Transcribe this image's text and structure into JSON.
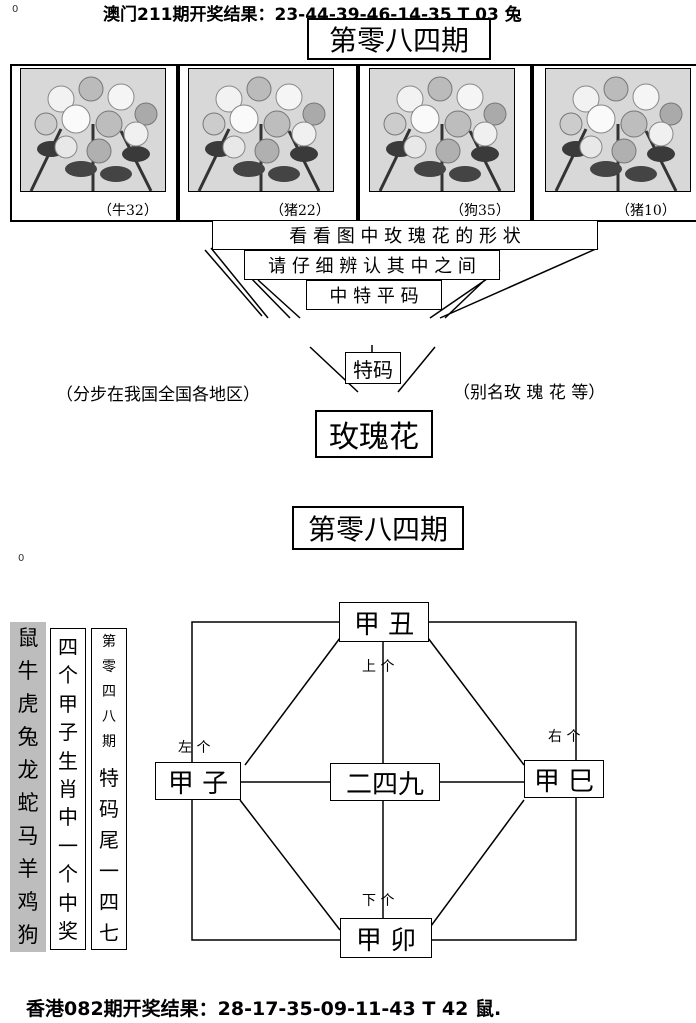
{
  "top": {
    "corner_mark": "0",
    "result_line": "澳门211期开奖结果：23-44-39-46-14-35 T 03 兔",
    "issue_title": "第零八四期"
  },
  "photos": [
    {
      "label": "（牛32）"
    },
    {
      "label": "（猪22）"
    },
    {
      "label": "（狗35）"
    },
    {
      "label": "（猪10）"
    }
  ],
  "funnel": {
    "line1": "看 看 图 中 玫 瑰 花 的 形 状",
    "line2": "请 仔 细 辨 认 其 中 之 间",
    "line3": "中 特 平 码",
    "special_code": "特码",
    "left_note": "（分步在我国全国各地区）",
    "right_note": "（别名玫  瑰  花  等）",
    "answer": "玫瑰花"
  },
  "section2": {
    "corner_mark": "0",
    "issue_title": "第零八四期"
  },
  "zodiac_column": [
    "鼠",
    "牛",
    "虎",
    "兔",
    "龙",
    "蛇",
    "马",
    "羊",
    "鸡",
    "狗"
  ],
  "hint_column": [
    "四",
    "个",
    "甲",
    "子",
    "生",
    "肖",
    "中",
    "一",
    "个",
    "中",
    "奖"
  ],
  "tail_column": {
    "small": [
      "第",
      "零",
      "四",
      "八",
      "期"
    ],
    "large": [
      "特",
      "码",
      "尾",
      "一",
      "四",
      "七"
    ]
  },
  "diagram": {
    "top": "甲 丑",
    "left": "甲 子",
    "center": "二四九",
    "right": "甲 巳",
    "bottom": "甲 卯",
    "label_top": "上 个",
    "label_left": "左 个",
    "label_right": "右 个",
    "label_bottom": "下 个"
  },
  "footer": {
    "result_line": "香港082期开奖结果：28-17-35-09-11-43 T 42 鼠."
  }
}
